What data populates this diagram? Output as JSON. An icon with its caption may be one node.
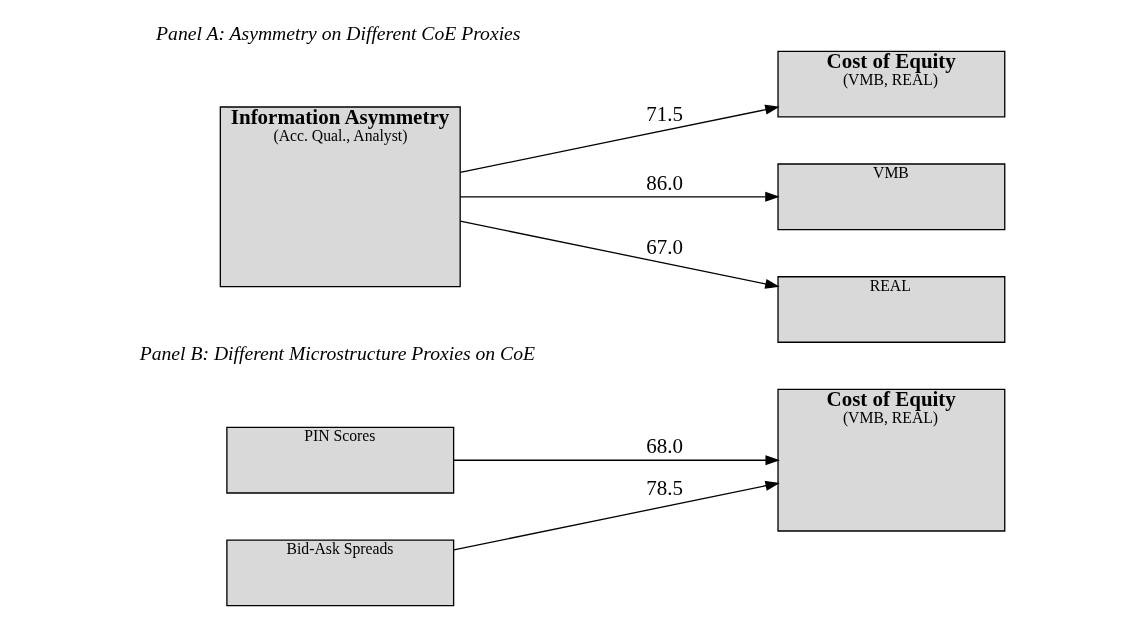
{
  "diagram": {
    "nodes": [
      {
        "text": [
          "Information Asymmetry",
          "(Acc. Qual., Analyst)"
        ]
      },
      {
        "text": [
          "Cost of Equity",
          "(VMB, REAL)"
        ]
      },
      {
        "text": [
          "VMB"
        ]
      },
      {
        "text": [
          "REAL"
        ]
      },
      {
        "text": [
          "PIN Scores"
        ]
      },
      {
        "text": [
          "Bid-Ask Spreads"
        ]
      },
      {
        "text": [
          "Cost of Equity",
          "(VMB, REAL)"
        ]
      }
    ],
    "edges": [
      {
        "from": 0,
        "to": 1,
        "arrow": "to",
        "label": "71.5"
      },
      {
        "from": 0,
        "to": 2,
        "arrow": "to",
        "label": "86.0"
      },
      {
        "from": 0,
        "to": 3,
        "arrow": "to",
        "label": "67.0"
      },
      {
        "from": 4,
        "to": 6,
        "arrow": "to",
        "label": "68.0"
      },
      {
        "from": 5,
        "to": 6,
        "arrow": "to",
        "label": "78.5"
      }
    ],
    "labels": [
      "Panel A: Asymmetry on Different CoE Proxies",
      "Panel B: Different Microstructure Proxies on CoE"
    ]
  }
}
